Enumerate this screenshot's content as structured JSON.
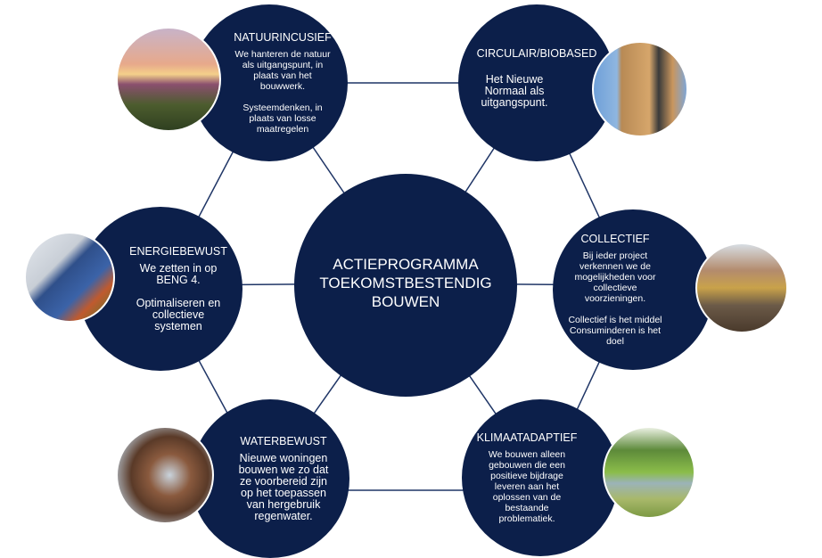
{
  "center": {
    "title": "ACTIEPROGRAMMA\nTOEKOMSTBESTENDIG\nBOUWEN"
  },
  "nodes": [
    {
      "title": "NATUURINCUSIEF",
      "body": "We hanteren de natuur\nals uitgangspunt, in\nplaats van het\nbouwwerk.\n\nSysteemdenken, in\nplaats van losse\nmaatregelen"
    },
    {
      "title": "CIRCULAIR/BIOBASED",
      "body": "Het Nieuwe\nNormaal als\nuitgangspunt."
    },
    {
      "title": "ENERGIEBEWUST",
      "body": "We zetten in op\nBENG 4.\n\nOptimaliseren en\ncollectieve\nsystemen"
    },
    {
      "title": "COLLECTIEF",
      "body": "Bij ieder project\nverkennen we de\nmogelijkheden voor\ncollectieve\nvoorzieningen.\n\nCollectief is het middel\nConsuminderen is het\ndoel"
    },
    {
      "title": "WATERBEWUST",
      "body": "Nieuwe woningen\nbouwen we zo dat\nze voorbereid zijn\nop het toepassen\nvan hergebruik\nregenwater."
    },
    {
      "title": "KLIMAATADAPTIEF",
      "body": "We bouwen alleen\ngebouwen die een\npositieve bijdrage\nleveren aan het\noplossen van de\nbestaande\nproblematiek."
    }
  ],
  "colors": {
    "navy": "#0c1f4a",
    "line": "#1f3566"
  }
}
